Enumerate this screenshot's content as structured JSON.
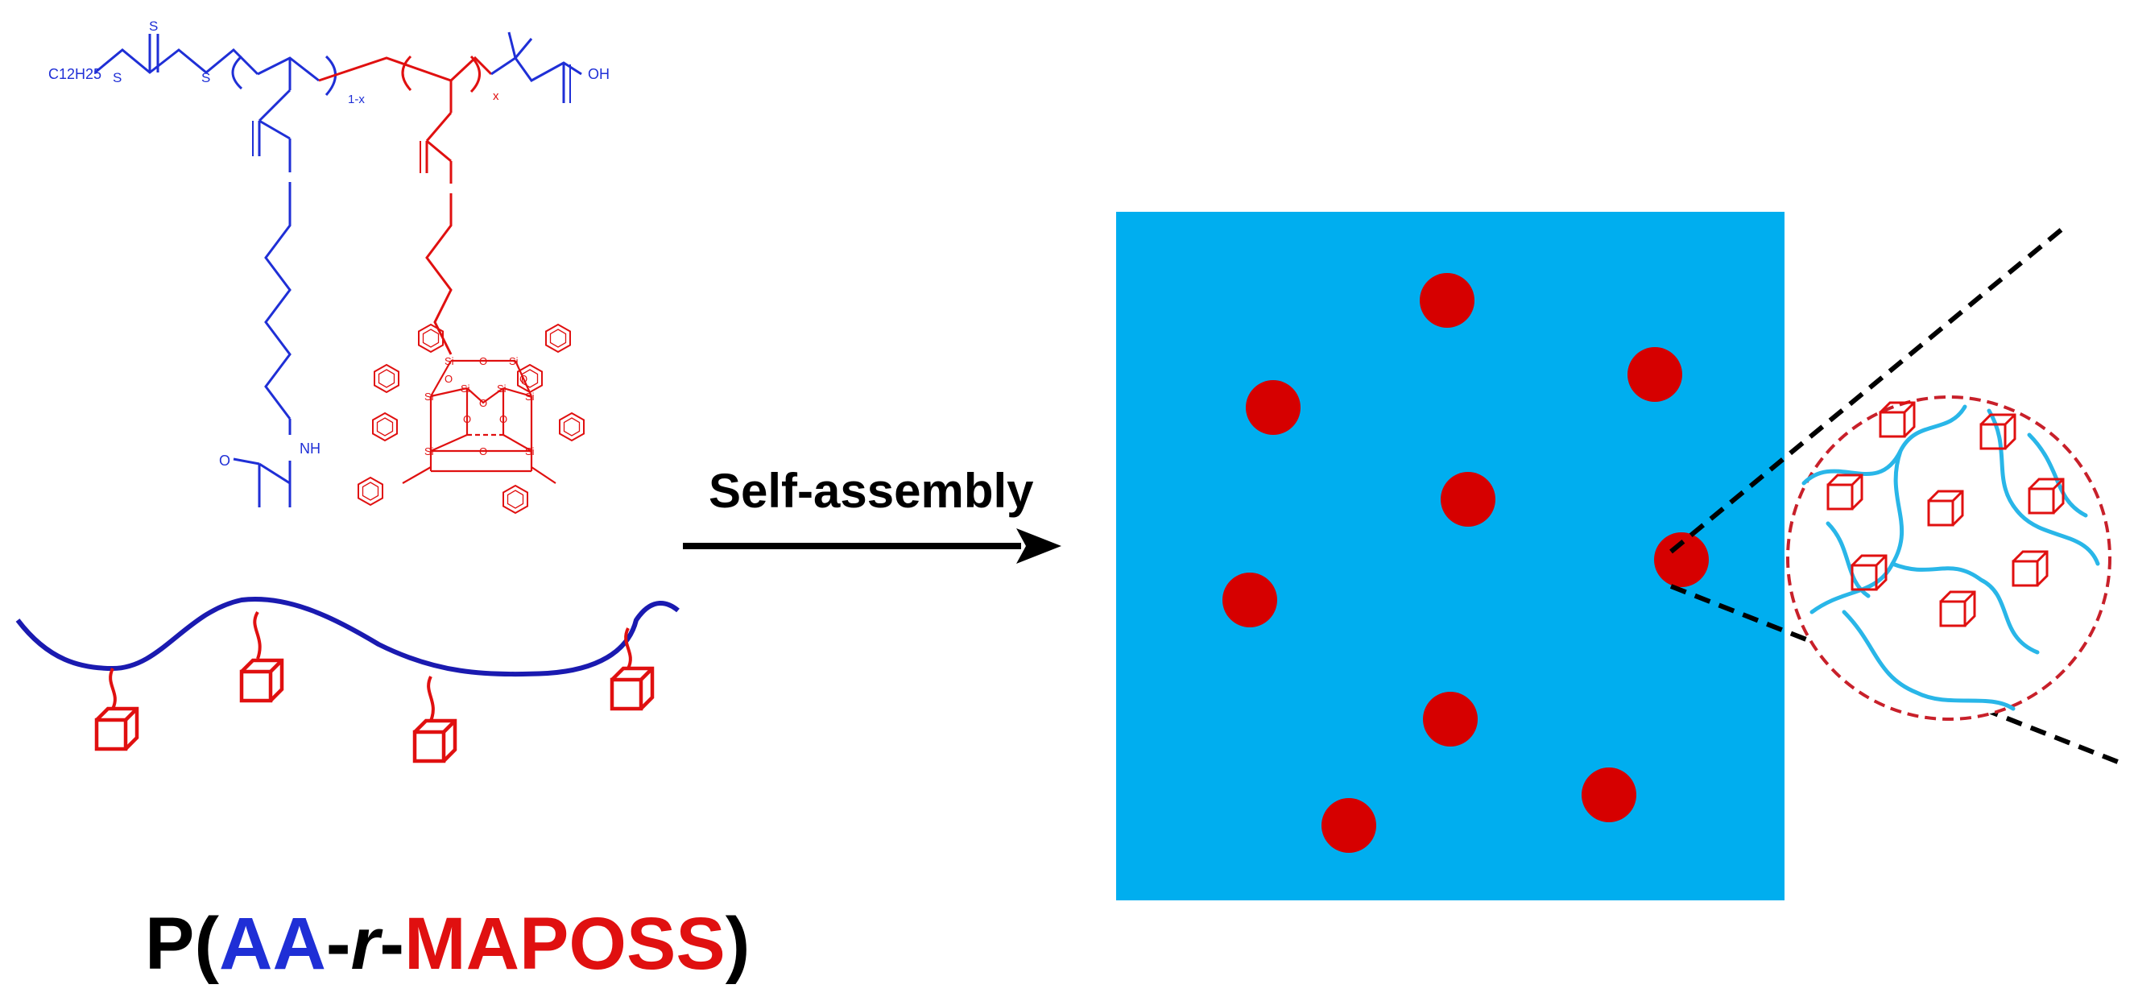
{
  "figure": {
    "arrow_label": "Self-assembly",
    "caption": {
      "prefix": "P(",
      "block_a": "AA",
      "dash1": "-",
      "random": "r",
      "dash2": "-",
      "block_b": "MAPOSS",
      "suffix": ")"
    },
    "structure_labels": {
      "chain_end": "C12H25",
      "thio_s1": "S",
      "thio_s2": "S",
      "thio_s3": "S",
      "sub_1x": "1-x",
      "sub_x": "x",
      "acid": "OH",
      "nh": "NH",
      "o_amide": "O"
    },
    "silicon_label": "Si",
    "oxygen_label": "O"
  },
  "colors": {
    "aa_blue": "#1f2fd6",
    "maposs_red": "#e01010",
    "matrix_cyan": "#00aeef",
    "particle_red": "#d60000",
    "chain_cyan": "#29b6e8",
    "black": "#000000"
  }
}
